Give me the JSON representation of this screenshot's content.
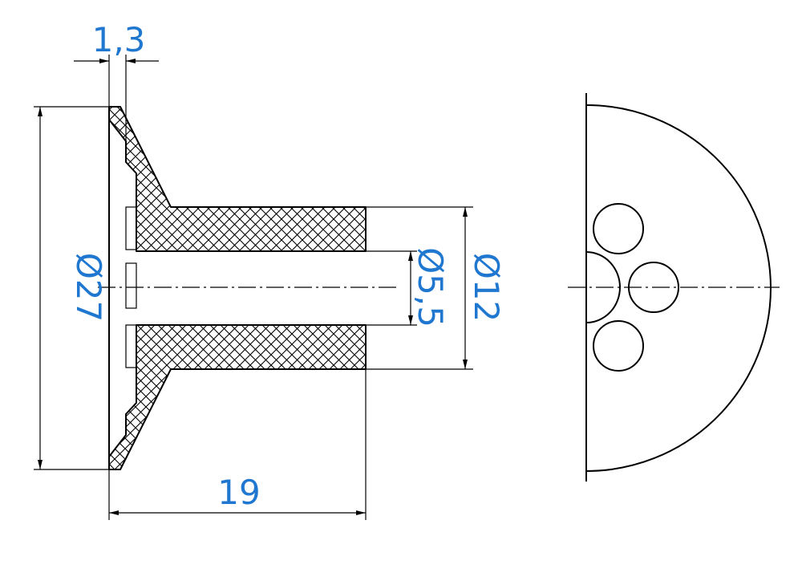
{
  "colors": {
    "dimension_text": "#1f77d0",
    "line": "#000000",
    "background": "#ffffff"
  },
  "dimensions": {
    "flange_thickness": "1,3",
    "flange_diameter": "Ø27",
    "bore_diameter": "Ø5,5",
    "sleeve_diameter": "Ø12",
    "total_length": "19"
  }
}
